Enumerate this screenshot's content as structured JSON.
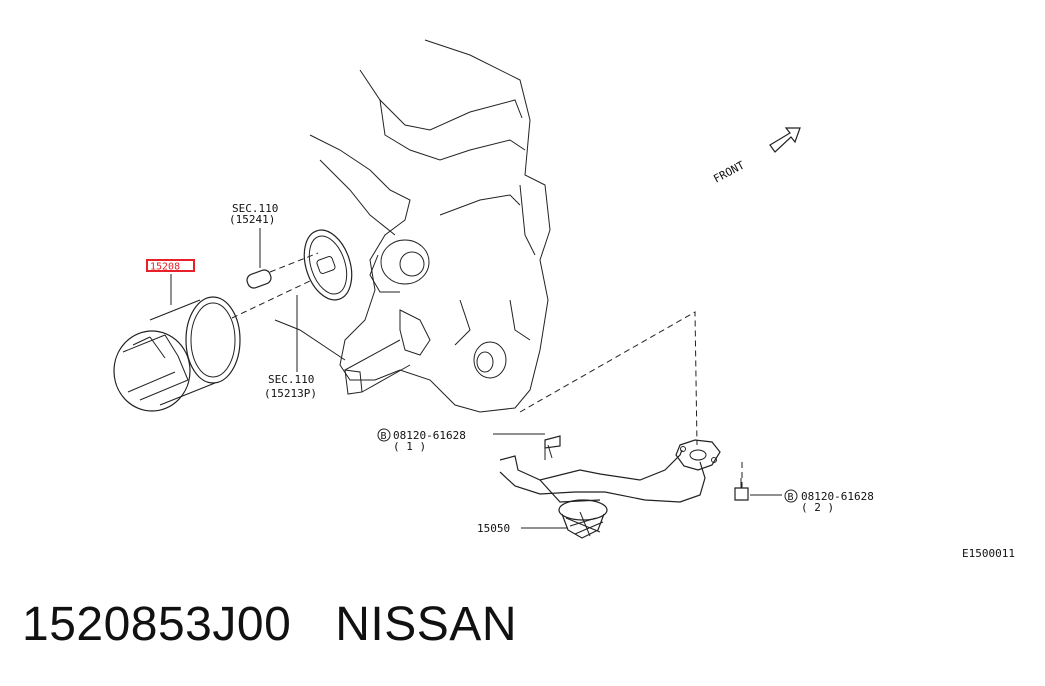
{
  "diagram": {
    "labels": {
      "sec110_top": "SEC.110",
      "sec110_top_code": "(15241)",
      "sec110_bottom": "SEC.110",
      "sec110_bottom_code": "(15213P)",
      "filter_part": "15208",
      "bolt1_ref": "08120-61628",
      "bolt1_qty": "( 1 )",
      "bolt2_ref": "08120-61628",
      "bolt2_qty": "( 2 )",
      "strainer_part": "15050",
      "front": "FRONT",
      "bolt_marker": "B",
      "figure_code": "E1500011"
    },
    "colors": {
      "highlight_box": "#e8202a",
      "line": "#222222"
    }
  },
  "caption": {
    "part_number": "1520853J00",
    "brand": "NISSAN"
  }
}
